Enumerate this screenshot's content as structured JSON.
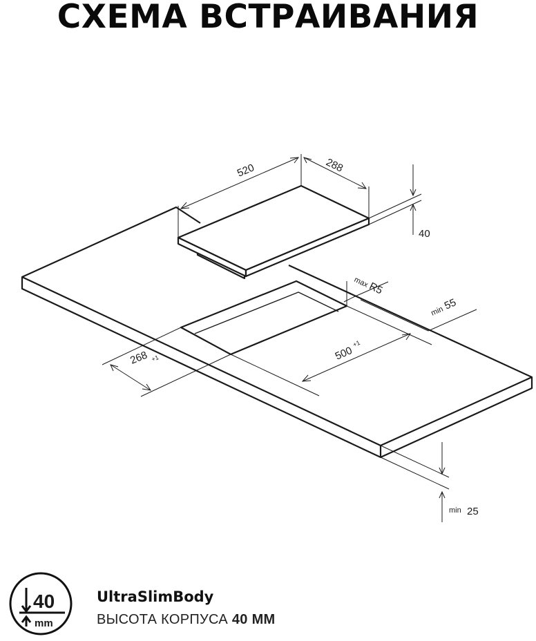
{
  "title": "СХЕМА ВСТРАИВАНИЯ",
  "dimensions": {
    "hob_length": "520",
    "hob_width": "288",
    "hob_height": "40",
    "corner_radius_prefix": "max",
    "corner_radius": "R5",
    "edge_gap_prefix": "min",
    "edge_gap": "55",
    "cutout_length": "500",
    "cutout_length_tol": "+1",
    "cutout_width": "268",
    "cutout_width_tol": "+1",
    "bottom_clearance_prefix": "min",
    "bottom_clearance": "25"
  },
  "badge": {
    "value": "40",
    "unit": "mm"
  },
  "footer": {
    "product_name": "UltraSlimBody",
    "height_label": "ВЫСОТА КОРПУСА",
    "height_value": "40 ММ"
  },
  "colors": {
    "line": "#1a1a1a",
    "background": "#ffffff"
  }
}
